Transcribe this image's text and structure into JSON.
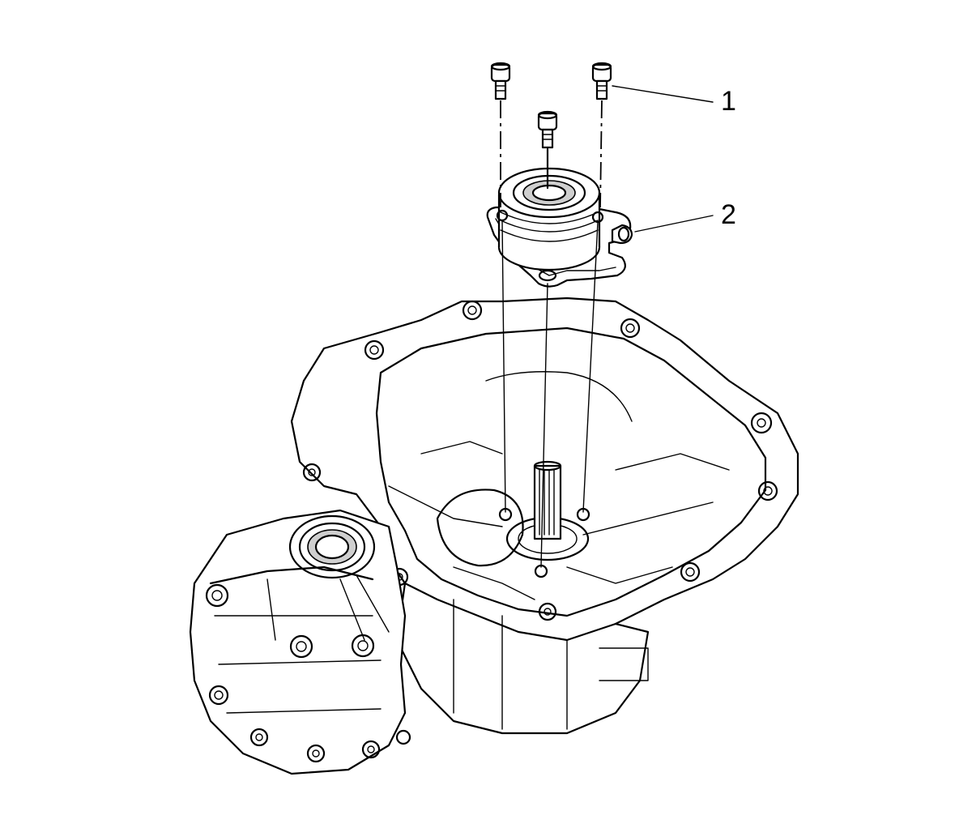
{
  "callouts": [
    {
      "label": "1",
      "part": "bolt"
    },
    {
      "label": "2",
      "part": "release-bearing"
    }
  ],
  "colors": {
    "line": "#000000",
    "background": "#ffffff"
  }
}
